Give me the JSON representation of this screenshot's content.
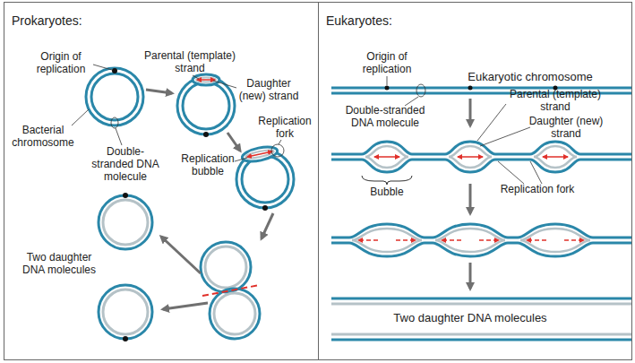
{
  "diagram": {
    "nodes": [
      {
        "text": [
          "Prokaryotes:"
        ]
      },
      {
        "text": [
          "Eukaryotes:"
        ]
      }
    ],
    "labels": [
      "Origin of replication",
      "Parental (template) strand",
      "Daughter (new) strand",
      "Bacterial chromosome",
      "Double-stranded DNA molecule",
      "Replication fork",
      "Replication bubble",
      "Two daughter DNA molecules",
      "Origin of replication",
      "Eukaryotic chromosome",
      "Double-stranded DNA molecule",
      "Parental (template) strand",
      "Daughter (new) strand",
      "Bubble",
      "Replication fork",
      "Two daughter DNA molecules"
    ]
  }
}
